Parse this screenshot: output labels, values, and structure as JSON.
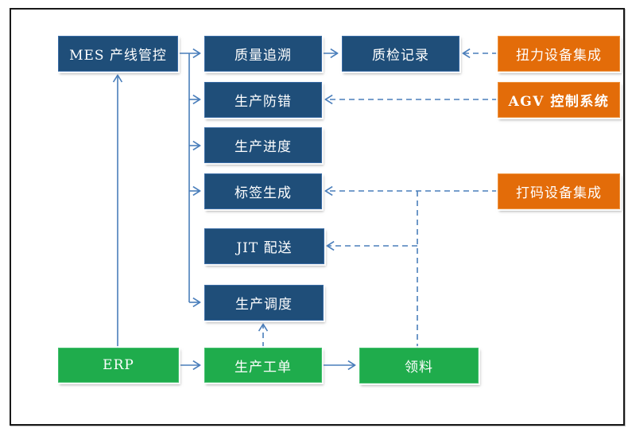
{
  "diagram": {
    "title": "MES production line control integration diagram",
    "nodes": {
      "mes": {
        "label": "MES 产线管控",
        "type": "blue"
      },
      "quality_trace": {
        "label": "质量追溯",
        "type": "blue"
      },
      "inspection_record": {
        "label": "质检记录",
        "type": "blue"
      },
      "torque_integration": {
        "label": "扭力设备集成",
        "type": "orange"
      },
      "error_proofing": {
        "label": "生产防错",
        "type": "blue"
      },
      "agv_control": {
        "label": "AGV 控制系统",
        "type": "orange"
      },
      "progress": {
        "label": "生产进度",
        "type": "blue"
      },
      "label_generation": {
        "label": "标签生成",
        "type": "blue"
      },
      "coding_integration": {
        "label": "打码设备集成",
        "type": "orange"
      },
      "jit_delivery": {
        "label": "JIT 配送",
        "type": "blue"
      },
      "scheduling": {
        "label": "生产调度",
        "type": "blue"
      },
      "erp": {
        "label": "ERP",
        "type": "green"
      },
      "work_order": {
        "label": "生产工单",
        "type": "green"
      },
      "material_request": {
        "label": "领料",
        "type": "green"
      }
    },
    "connections": [
      {
        "from": "mes",
        "to": "quality_trace",
        "style": "solid"
      },
      {
        "from": "mes",
        "to": "error_proofing",
        "style": "solid"
      },
      {
        "from": "mes",
        "to": "progress",
        "style": "solid"
      },
      {
        "from": "mes",
        "to": "label_generation",
        "style": "solid"
      },
      {
        "from": "mes",
        "to": "scheduling",
        "style": "solid"
      },
      {
        "from": "quality_trace",
        "to": "inspection_record",
        "style": "solid"
      },
      {
        "from": "erp",
        "to": "mes",
        "style": "solid"
      },
      {
        "from": "erp",
        "to": "work_order",
        "style": "solid"
      },
      {
        "from": "work_order",
        "to": "material_request",
        "style": "solid"
      },
      {
        "from": "work_order",
        "to": "scheduling",
        "style": "dashed"
      },
      {
        "from": "torque_integration",
        "to": "inspection_record",
        "style": "dashed"
      },
      {
        "from": "agv_control",
        "to": "error_proofing",
        "style": "dashed"
      },
      {
        "from": "coding_integration",
        "to": "label_generation",
        "style": "dashed"
      },
      {
        "from": "material_request",
        "to": "label_generation",
        "style": "dashed"
      },
      {
        "from": "material_request",
        "to": "jit_delivery",
        "style": "dashed"
      }
    ],
    "colors": {
      "node_blue": "#1F4E79",
      "node_green": "#1FAC4C",
      "node_orange": "#E36C09",
      "connector": "#4A7EBB",
      "node_text": "#FFFFFF",
      "frame_border": "#191919",
      "background": "#FFFFFF"
    }
  }
}
